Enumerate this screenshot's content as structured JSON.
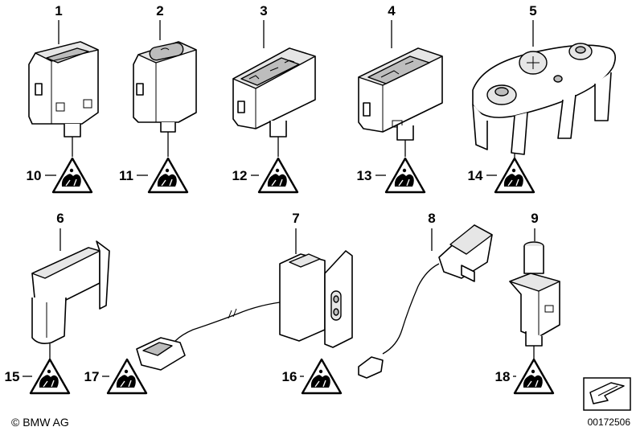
{
  "diagram": {
    "part_numbers": [
      "1",
      "2",
      "3",
      "4",
      "5",
      "6",
      "7",
      "8",
      "9"
    ],
    "ref_numbers": [
      "10",
      "11",
      "12",
      "13",
      "14",
      "15",
      "16",
      "17",
      "18"
    ],
    "copyright": "© BMW AG",
    "doc_number": "00172506",
    "warning_icon": "electrostatic-warning-icon",
    "corner_icon": "arrow-icon"
  }
}
